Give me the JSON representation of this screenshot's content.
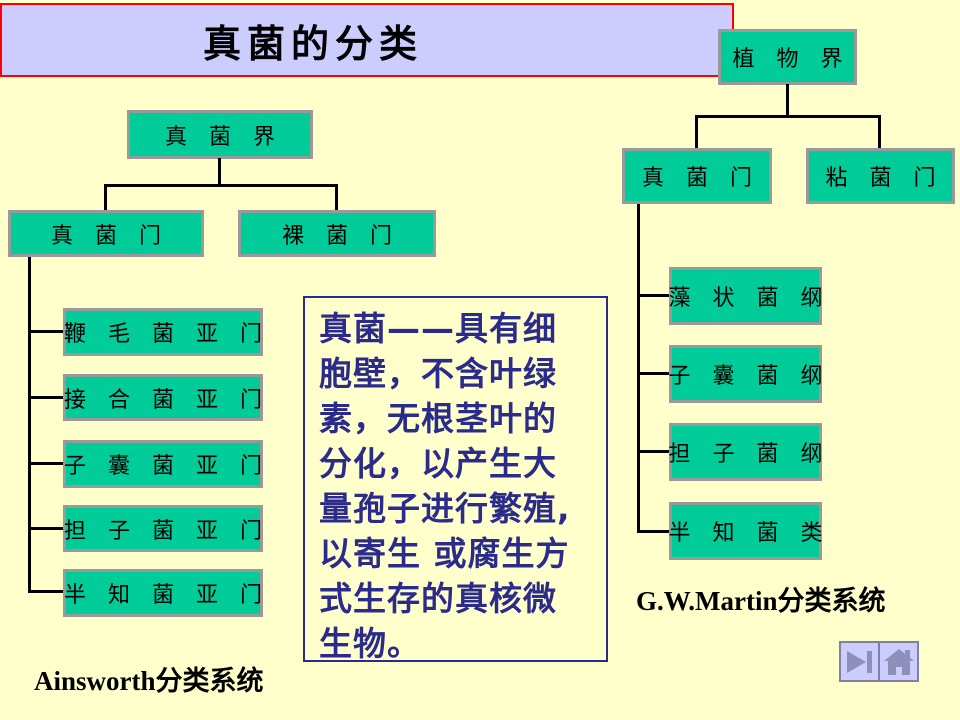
{
  "title": {
    "text": "真菌的分类"
  },
  "colors": {
    "background": "#FFFFCC",
    "title_bg": "#CCCCFF",
    "title_border": "#FF0000",
    "box_fill": "#00CC99",
    "box_border": "#999999",
    "connector": "#000000",
    "definition_text": "#2B2B8C",
    "nav_bg": "#CCCCFF",
    "nav_icon": "#8F8FBC",
    "nav_border": "#8080A0"
  },
  "ainsworth": {
    "root": "真 菌 界",
    "children": [
      "真 菌 门",
      "裸 菌 门"
    ],
    "subdivisions": [
      "鞭 毛 菌 亚 门",
      "接 合 菌 亚 门",
      "子 囊 菌 亚 门",
      "担 子 菌 亚 门",
      "半 知 菌 亚 门"
    ],
    "caption": "Ainsworth分类系统"
  },
  "martin": {
    "root": "植 物 界",
    "children": [
      "真 菌 门",
      "粘 菌 门"
    ],
    "classes": [
      "藻 状 菌 纲",
      "子 囊 菌 纲",
      "担 子 菌 纲",
      "半 知 菌 类"
    ],
    "caption": "G.W.Martin分类系统"
  },
  "definition": {
    "lines": [
      "真菌——具有细",
      "胞壁，不含叶绿",
      "素，无根茎叶的",
      "分化，以产生大",
      "量孢子进行繁殖,",
      "以寄生 或腐生方",
      "式生存的真核微",
      "生物。"
    ],
    "full_text": "真菌——具有细胞壁，不含叶绿素，无根茎叶的分化，以产生大量孢子进行繁殖,以寄生 或腐生方式生存的真核微生物。"
  },
  "nav": {
    "next_icon": "skip-to-end",
    "home_icon": "home"
  }
}
